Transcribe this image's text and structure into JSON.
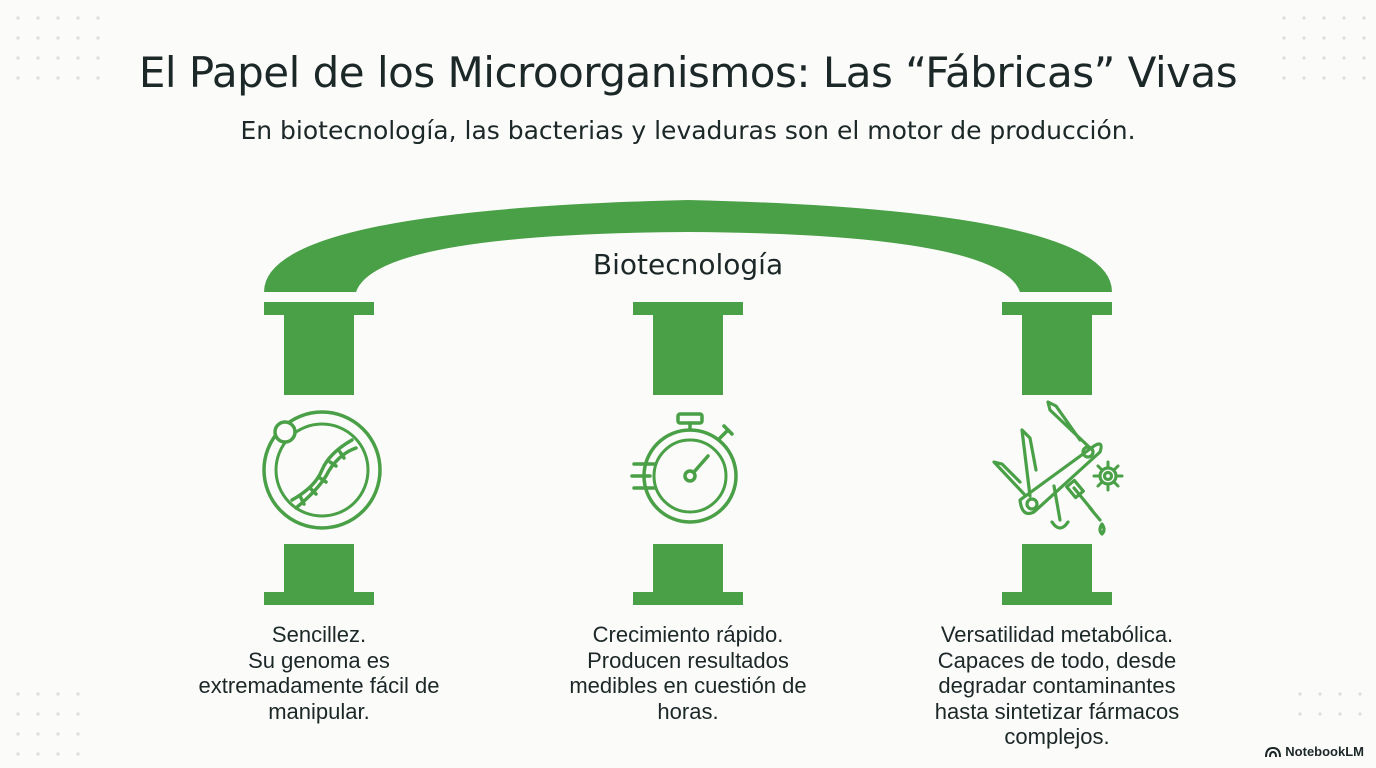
{
  "title": "El Papel de los Microorganismos: Las “Fábricas” Vivas",
  "subtitle": "En biotecnología, las bacterias y levaduras son el motor de producción.",
  "arch_label": "Biotecnología",
  "pillars": [
    {
      "icon": "dna-orbit-icon",
      "heading": "Sencillez.",
      "lines": [
        "Su genoma es",
        "extremadamente fácil de",
        "manipular."
      ]
    },
    {
      "icon": "stopwatch-icon",
      "heading": "Crecimiento rápido.",
      "lines": [
        "Producen resultados",
        "medibles en cuestión de",
        "horas."
      ]
    },
    {
      "icon": "multitool-icon",
      "heading": "Versatilidad metabólica.",
      "lines": [
        "Capaces de todo, desde",
        "degradar contaminantes",
        "hasta sintetizar fármacos",
        "complejos."
      ]
    }
  ],
  "brand": "NotebookLM",
  "colors": {
    "accent": "#4aa046",
    "text": "#1c2727",
    "background": "#fbfbfa"
  }
}
